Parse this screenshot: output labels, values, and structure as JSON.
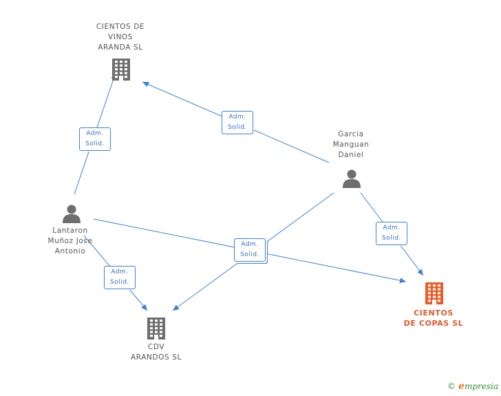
{
  "nodes": [
    {
      "id": "vinos",
      "type": "company",
      "lines": [
        "CIENTOS DE",
        "VINOS",
        "ARANDA SL"
      ],
      "highlight": false
    },
    {
      "id": "garcia",
      "type": "person",
      "lines": [
        "Garcia",
        "Manguan",
        "Daniel"
      ],
      "highlight": false
    },
    {
      "id": "lantaron",
      "type": "person",
      "lines": [
        "Lantaron",
        "Muñoz Jose",
        "Antonio"
      ],
      "highlight": false
    },
    {
      "id": "cdv",
      "type": "company",
      "lines": [
        "CDV",
        "ARANDOS SL"
      ],
      "highlight": false
    },
    {
      "id": "copas",
      "type": "company",
      "lines": [
        "CIENTOS",
        "DE COPAS SL"
      ],
      "highlight": true
    }
  ],
  "edges": [
    {
      "id": "e1",
      "from": "lantaron",
      "to": "vinos",
      "label": [
        "Adm.",
        "Solid."
      ]
    },
    {
      "id": "e2",
      "from": "garcia",
      "to": "vinos",
      "label": [
        "Adm.",
        "Solid."
      ]
    },
    {
      "id": "e3",
      "from": "garcia",
      "to": "copas",
      "label": [
        "Adm.",
        "Solid."
      ]
    },
    {
      "id": "e4",
      "from": "lantaron",
      "to": "cdv",
      "label": [
        "Adm.",
        "Solid."
      ]
    },
    {
      "id": "e5",
      "from": "lantaron",
      "to": "copas",
      "label": [
        "Adm.",
        "Solid."
      ]
    },
    {
      "id": "e6",
      "from": "garcia",
      "to": "cdv",
      "label": [
        "Adm.",
        "Solid."
      ]
    }
  ],
  "colors": {
    "company": "#6e6e6e",
    "company_highlight": "#f05a24",
    "person": "#6e6e6e",
    "edge": "#3b7fd8"
  },
  "icons": {
    "company": "building-icon",
    "person": "person-icon",
    "brand": "copyright-icon"
  },
  "brand": {
    "copyright": "©",
    "first_letter": "e",
    "rest": "mpresia"
  }
}
